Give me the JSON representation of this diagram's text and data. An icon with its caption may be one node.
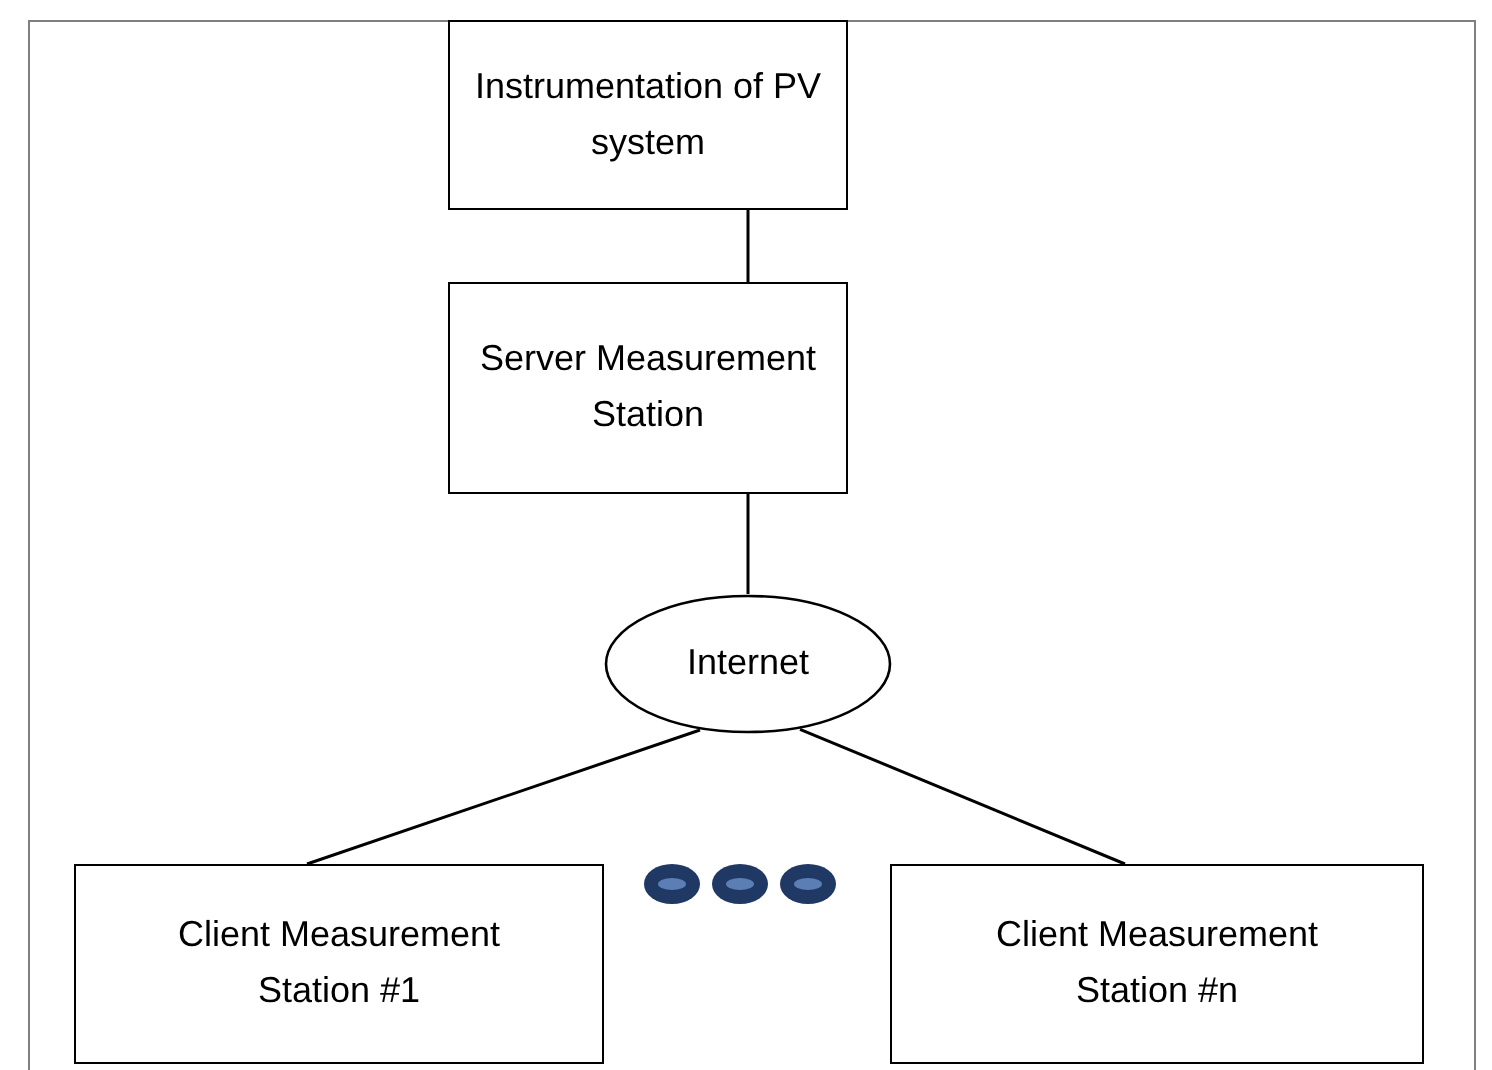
{
  "diagram": {
    "nodes": [
      {
        "text": [
          "Instrumentation of PV system"
        ]
      },
      {
        "text": [
          "Server Measurement Station"
        ]
      },
      {
        "text": [
          "Internet"
        ]
      },
      {
        "text": [
          "Client Measurement Station #1"
        ]
      },
      {
        "text": [
          "Client Measurement Station #n"
        ]
      }
    ],
    "edges": [
      {
        "from": 0,
        "to": 1,
        "arrow": "none"
      },
      {
        "from": 1,
        "to": 2,
        "arrow": "none"
      },
      {
        "from": 2,
        "to": 3,
        "arrow": "none"
      },
      {
        "from": 2,
        "to": 4,
        "arrow": "none"
      }
    ]
  }
}
